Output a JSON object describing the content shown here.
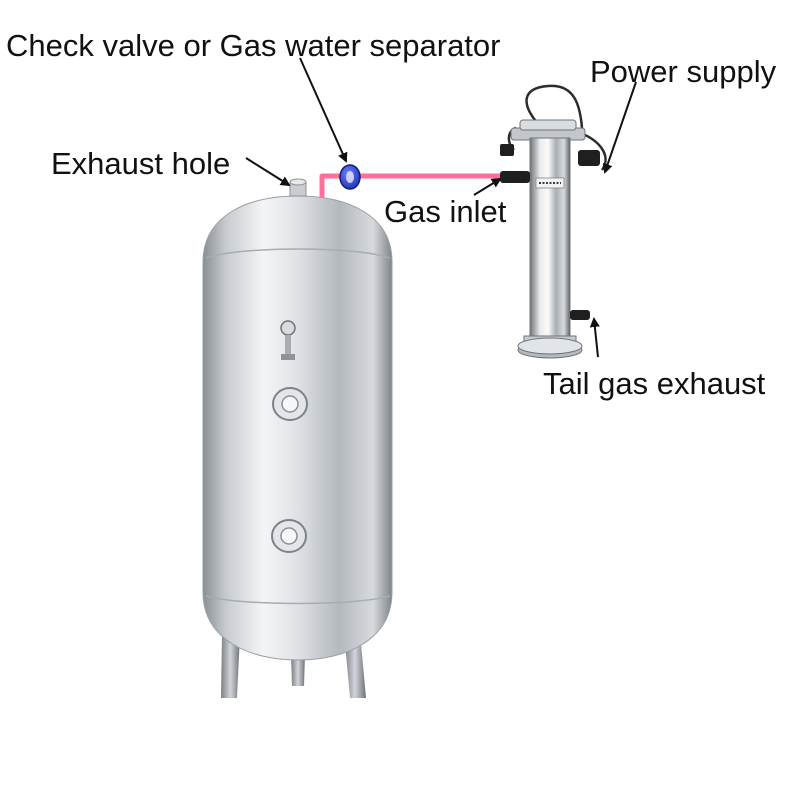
{
  "labels": {
    "check_valve": "Check valve or Gas water separator",
    "power_supply": "Power supply",
    "exhaust_hole": "Exhaust hole",
    "gas_inlet": "Gas inlet",
    "tail_gas_exhaust": "Tail gas exhaust"
  },
  "colors": {
    "pipe": "#ff6f9a",
    "valve": "#1f33b8",
    "steel_light": "#eef0f2",
    "steel_mid": "#b9bdc2",
    "steel_dark": "#7d8288",
    "arrow": "#111111"
  }
}
